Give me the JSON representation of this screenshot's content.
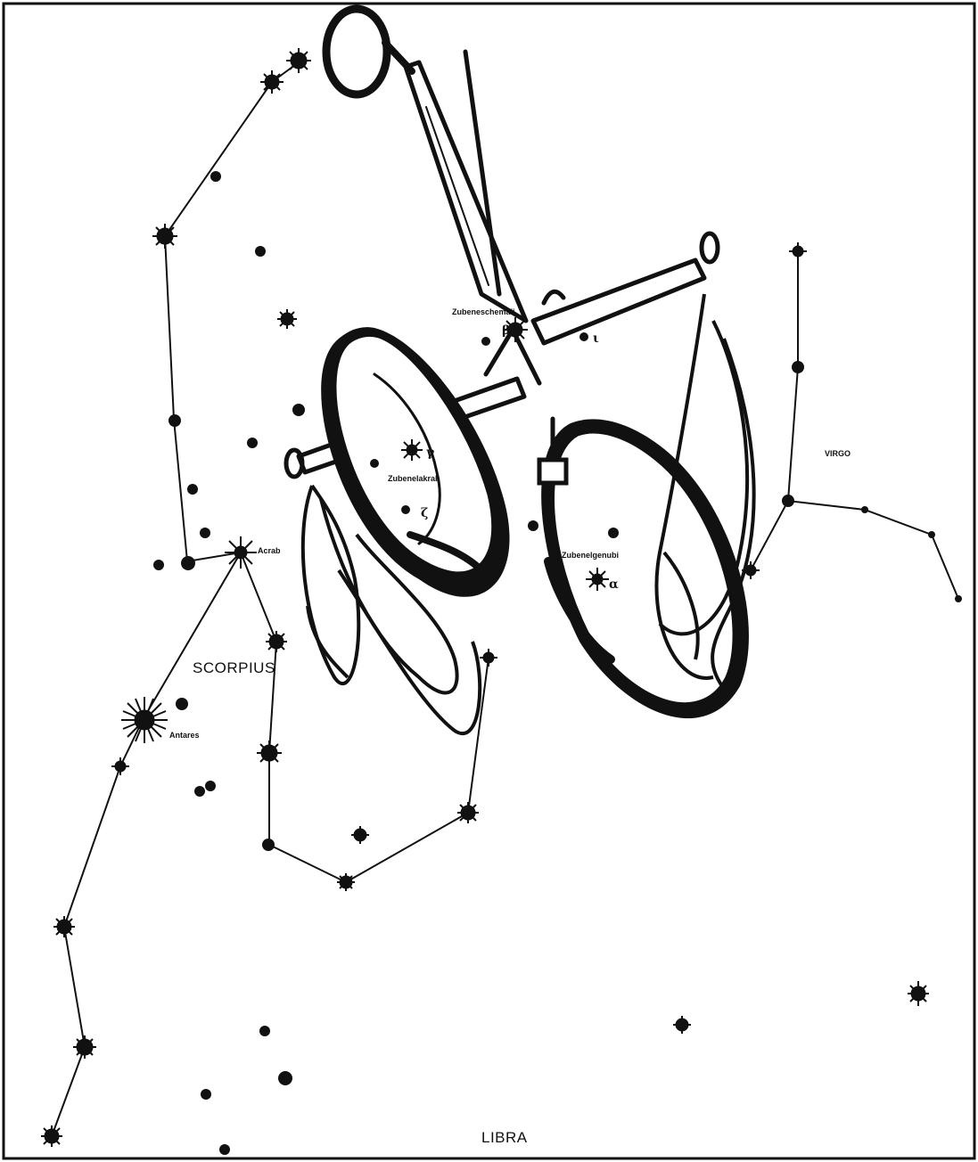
{
  "labels": {
    "libra": "LIBRA",
    "scorpius": "SCORPIUS",
    "virgo": "VIRGO",
    "antares": "Antares",
    "acrab": "Acrab",
    "zubeneschemali": "Zubeneschemali",
    "zubenelakrab": "Zubenelakrab",
    "zubenelgenubi": "Zubenelgenubi",
    "gamma": "γ",
    "beta": "β",
    "alpha": "α",
    "zeta": "ζ",
    "iota": "ι"
  },
  "colors": {
    "ink": "#111111",
    "paper": "#ffffff"
  }
}
